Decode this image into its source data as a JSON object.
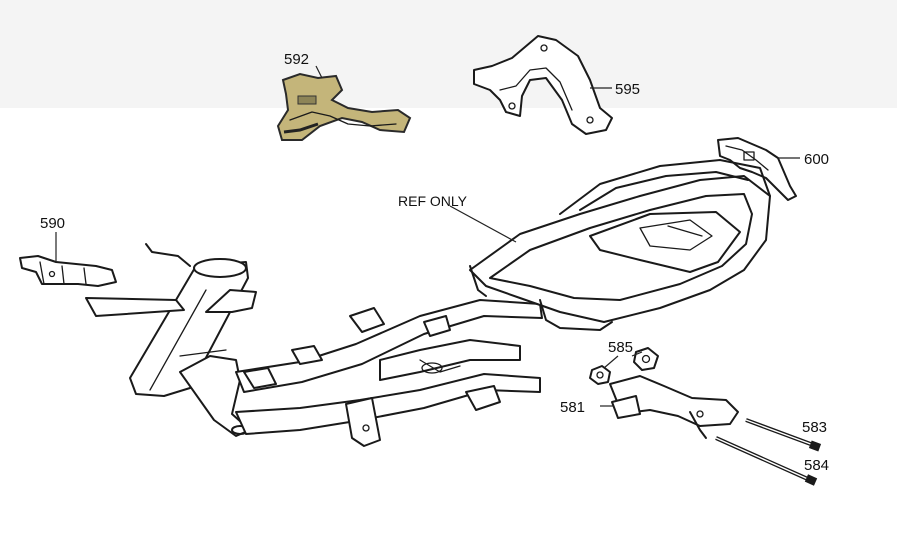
{
  "callouts": {
    "c592": "592",
    "c595": "595",
    "c600": "600",
    "c590": "590",
    "ref_only": "REF ONLY",
    "c585": "585",
    "c581": "581",
    "c583": "583",
    "c584": "584"
  },
  "colors": {
    "line": "#1a1a1a",
    "bracket_592": "#b9a86a",
    "background_top": "#f4f4f4"
  }
}
